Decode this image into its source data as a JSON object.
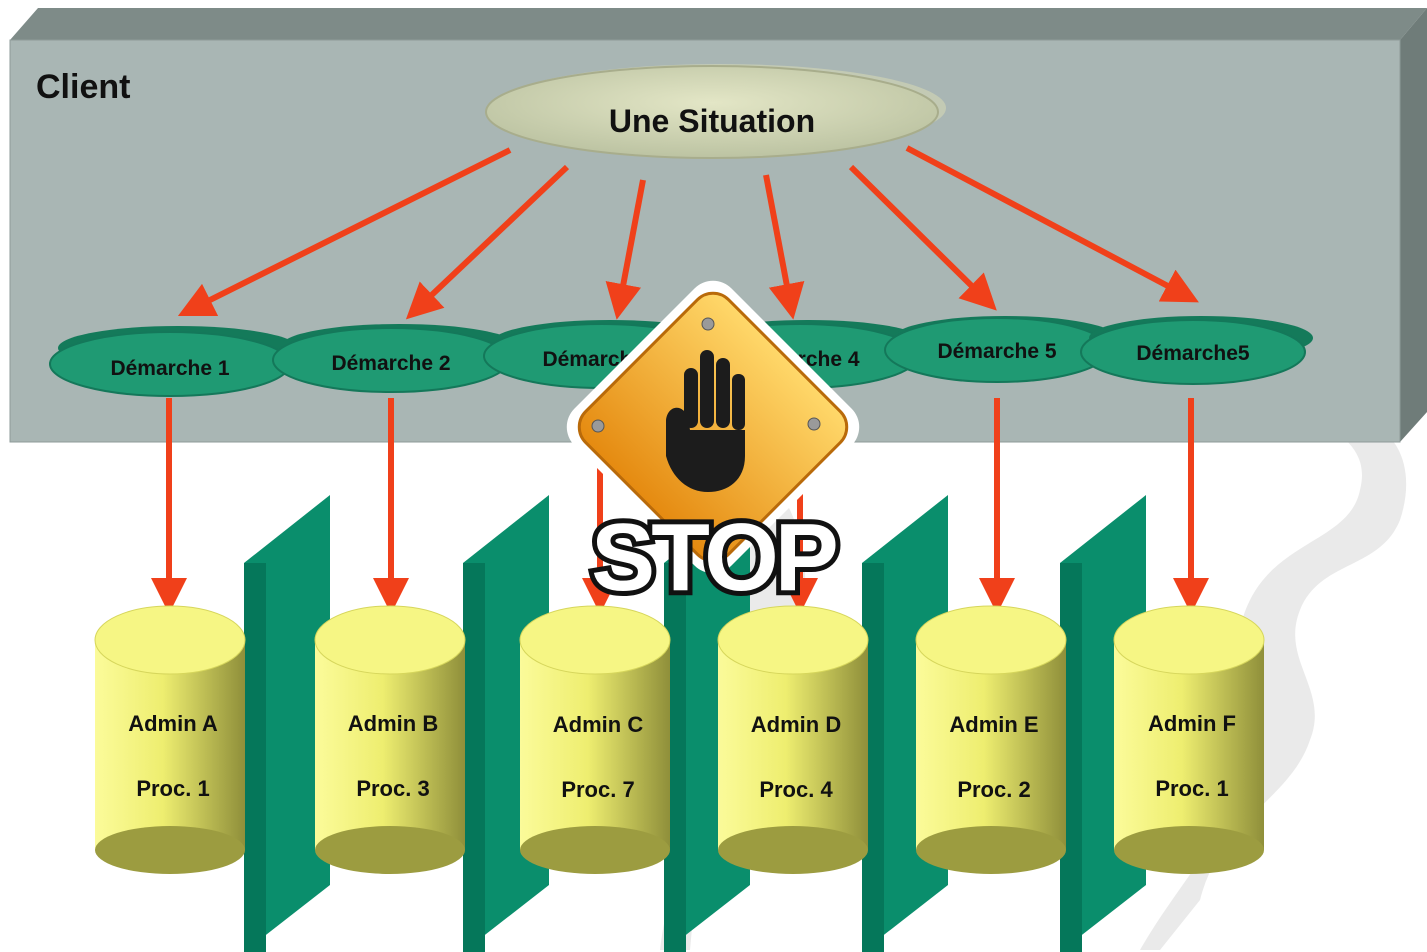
{
  "client_label": "Client",
  "situation_label": "Une Situation",
  "demarches": [
    {
      "label": "Démarche 1"
    },
    {
      "label": "Démarche 2"
    },
    {
      "label": "Démarche 3"
    },
    {
      "label": "Démarche 4"
    },
    {
      "label": "Démarche 5"
    },
    {
      "label": "Démarche5"
    }
  ],
  "admins": [
    {
      "name": "Admin A",
      "proc": "Proc. 1"
    },
    {
      "name": "Admin B",
      "proc": "Proc. 3"
    },
    {
      "name": "Admin C",
      "proc": "Proc. 7"
    },
    {
      "name": "Admin D",
      "proc": "Proc. 4"
    },
    {
      "name": "Admin E",
      "proc": "Proc. 2"
    },
    {
      "name": "Admin F",
      "proc": "Proc. 1"
    }
  ],
  "stop_label": "STOP",
  "colors": {
    "client_band": "#a9b6b4",
    "arrow": "#f0401a",
    "ellipse_green": "#1f9a73",
    "wall_green": "#0db38a",
    "cylinder_yellow": "#f2f27a",
    "stop_orange": "#f5a31a"
  }
}
